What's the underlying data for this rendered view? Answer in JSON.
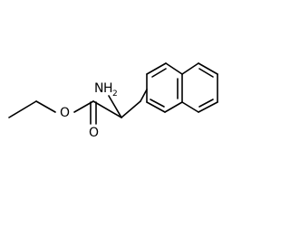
{
  "molecule": {
    "atoms": {
      "amine": {
        "symbol": "N",
        "hydrogen": "H",
        "count": "2"
      },
      "ester_oxygen": {
        "symbol": "O"
      },
      "carbonyl_oxygen": {
        "symbol": "O"
      }
    },
    "colors": {
      "bond": "#000000",
      "background": "#ffffff"
    }
  }
}
